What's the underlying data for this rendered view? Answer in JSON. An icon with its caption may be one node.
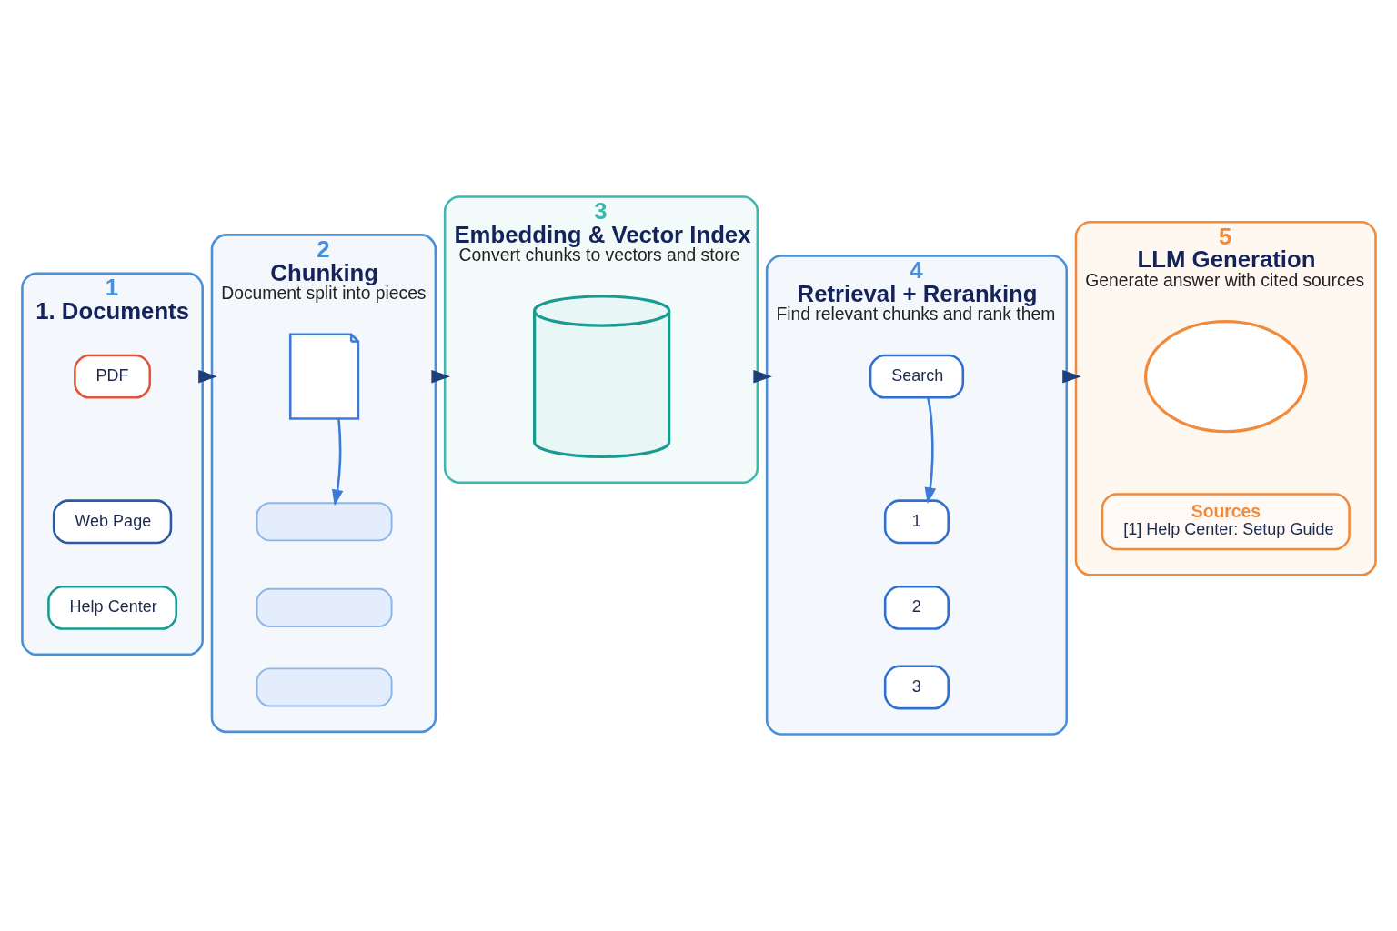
{
  "diagram": {
    "nodes": [
      {
        "text": [
          "1",
          "1. Documents"
        ]
      },
      {
        "text": [
          "PDF"
        ],
        "in": 0
      },
      {
        "text": [
          "Web Page"
        ],
        "in": 0
      },
      {
        "text": [
          "Help Center"
        ],
        "in": 0
      },
      {
        "text": [
          "2",
          "Chunking",
          "Document split into pieces"
        ]
      },
      {
        "text": [],
        "shape": "document",
        "in": 4
      },
      {
        "text": [],
        "shape": "box",
        "in": 4
      },
      {
        "text": [],
        "shape": "box",
        "in": 4
      },
      {
        "text": [],
        "shape": "box",
        "in": 4
      },
      {
        "text": [
          "3",
          "Embedding & Vector Index",
          "Convert chunks to vectors and store"
        ]
      },
      {
        "text": [],
        "shape": "cylinder",
        "in": 9
      },
      {
        "text": [
          "4",
          "Retrieval + Reranking",
          "Find relevant chunks and rank them"
        ]
      },
      {
        "text": [
          "Search"
        ],
        "in": 11
      },
      {
        "text": [
          "1"
        ],
        "in": 11
      },
      {
        "text": [
          "2"
        ],
        "in": 11
      },
      {
        "text": [
          "3"
        ],
        "in": 11
      },
      {
        "text": [
          "5",
          "LLM Generation",
          "Generate answer with cited sources"
        ]
      },
      {
        "text": [],
        "shape": "bubble",
        "in": 16
      },
      {
        "text": [
          "Sources",
          "[1] Help Center: Setup Guide"
        ],
        "in": 16
      }
    ],
    "edges": [
      {
        "from": 0,
        "to": 4,
        "arrow": "to"
      },
      {
        "from": 5,
        "to": 6,
        "arrow": "to",
        "color": "#3b7ad8"
      },
      {
        "from": 4,
        "to": 9,
        "arrow": "to"
      },
      {
        "from": 9,
        "to": 11,
        "arrow": "to"
      },
      {
        "from": 12,
        "to": 13,
        "arrow": "to",
        "color": "#3b7ad8"
      },
      {
        "from": 11,
        "to": 16,
        "arrow": "to"
      }
    ]
  }
}
